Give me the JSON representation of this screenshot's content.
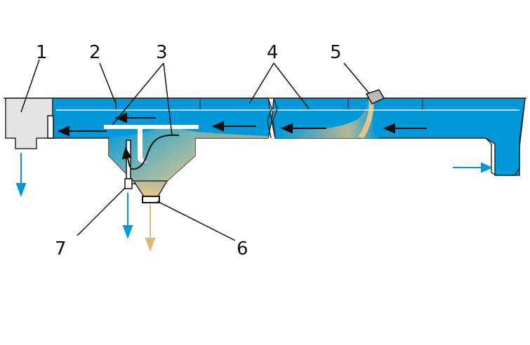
{
  "labels": {
    "n1": "1",
    "n2": "2",
    "n3": "3",
    "n4": "4",
    "n5": "5",
    "n6": "6",
    "n7": "7"
  },
  "colors": {
    "water": "#0098d9",
    "basin_fill": "#e4e4e4",
    "sludge": "#e4c58d",
    "sludge_arrow": "#d9b980",
    "outline": "#2a2a2a",
    "pipe": "#ffffff",
    "arrow": "#111111",
    "scum_box": "#b9b9b9"
  },
  "flow": {
    "directions": [
      "inlet-right",
      "outlet-left",
      "sludge-down",
      "water-down"
    ]
  }
}
